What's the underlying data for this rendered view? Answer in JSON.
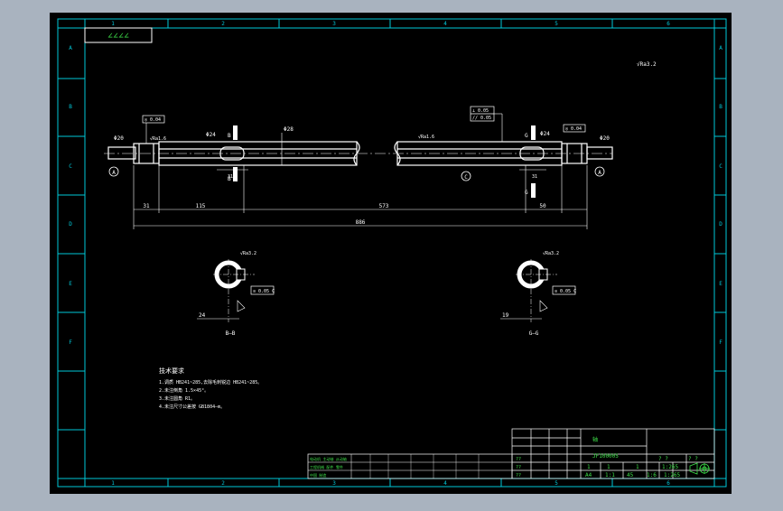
{
  "colors": {
    "background": "#000000",
    "viewport_bg": "#a9b3bf",
    "frame_cyan": "#00c8d8",
    "line_white": "#ffffff",
    "dim_green": "#37e34b",
    "text_green": "#3ee04a",
    "tag_yellow": "#e8e800"
  },
  "zone_numbers_top": [
    "1",
    "2",
    "3",
    "4",
    "5",
    "6"
  ],
  "zone_numbers_bottom": [
    "1",
    "2",
    "3",
    "4",
    "5",
    "6"
  ],
  "zone_letters_left": [
    "A",
    "B",
    "C",
    "D",
    "E",
    "F"
  ],
  "zone_letters_right": [
    "A",
    "B",
    "C",
    "D",
    "E",
    "F"
  ],
  "corner_stamp": "∠∠∠∠",
  "roughness_general": "√Ra3.2",
  "shaft_left": {
    "diameter_end": "Φ20",
    "tolerance_frame": "◎ 0.04",
    "diameter_collar": "Φ24",
    "diameter_main": "Φ28",
    "roughness": "√Ra1.6",
    "section_mark": "B",
    "groove_dim": "31",
    "datum": "A"
  },
  "shaft_right": {
    "diameter_end": "Φ20",
    "tolerance_frame": "◎ 0.04",
    "diameter_collar": "Φ24",
    "roughness": "√Ra1.6",
    "section_mark": "G",
    "groove_dim": "31",
    "datum": "C",
    "frame_a": "⊥ 0.05",
    "frame_b": "// 0.05"
  },
  "dimensions": {
    "d1": "31",
    "d2": "115",
    "d3": "573",
    "d4": "50",
    "overall": "886"
  },
  "section_b": {
    "label": "B—B",
    "roughness": "√Ra3.2",
    "frame": "≡ 0.05 C",
    "depth": "24"
  },
  "section_g": {
    "label": "G—G",
    "roughness": "√Ra3.2",
    "frame": "≡ 0.05 C",
    "depth": "19"
  },
  "notes": {
    "title": "技术要求",
    "lines": [
      "1.调质 HB241~285,去除毛刺锐边 HB241~285。",
      "2.未注倒角 1.5×45°。",
      "3.未注圆角 R1。",
      "4.未注尺寸公差按 GB1804—m。"
    ]
  },
  "title_block": {
    "part_name": "轴",
    "drawing_no": "JF100005",
    "material": "45",
    "scale": "1:6",
    "sheet": "1:1",
    "weight": "1:265",
    "revision_left": "?  ?",
    "revision_right": "?  ?",
    "qty_1": "1",
    "qty_2": "1",
    "qty_3": "1",
    "design_cells": [
      "??",
      "??",
      "??"
    ],
    "proj_label": "A4"
  },
  "stamp_panel": {
    "row1": "电动机 主动轴 从动轴",
    "row2": "工程机械 配件 零件",
    "row3": "中国 制造"
  }
}
